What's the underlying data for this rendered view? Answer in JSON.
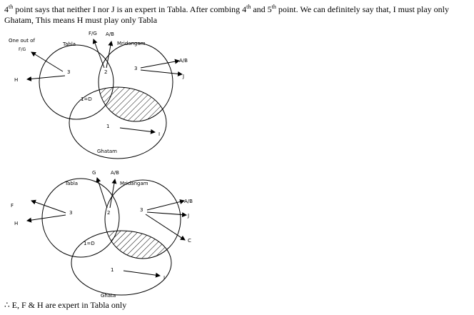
{
  "paragraph": {
    "ord_a": "4",
    "ord_b": "4",
    "ord_c": "5",
    "sup": "th",
    "part1": " point says that neither I nor J is an expert in Tabla. After combing ",
    "part2": " and ",
    "part3": " point. We can  definitely say that, I must play only Ghatam, This means H must play only Tabla"
  },
  "diagram1": {
    "note_line1": "One out of",
    "note_line2": "F/G",
    "label_fg": "F/G",
    "label_ab_top": "A/B",
    "tabla": "Tabla",
    "mridangam": "Mridangam",
    "ghatam": "Ghatam",
    "tabla_only": "3",
    "tabla_mridangam": "2",
    "mridangam_only": "3",
    "tabla_ghatam": "1=D",
    "ghatam_only": "1",
    "h": "H",
    "ab_right": "A/B",
    "j": "J",
    "i": "I"
  },
  "diagram2": {
    "g": "G",
    "label_ab_top": "A/B",
    "tabla": "Tabla",
    "mridangam": "Mridangam",
    "ghatam": "Ghata",
    "tabla_only": "3",
    "tabla_mridangam": "2",
    "mridangam_only": "3",
    "tabla_ghatam": "1=D",
    "ghatam_only": "1",
    "f": "F",
    "h": "H",
    "ab_right": "A/B",
    "j": "J",
    "c": "C",
    "i": "I"
  },
  "conclusion": "∴ E, F & H are expert in Tabla only"
}
